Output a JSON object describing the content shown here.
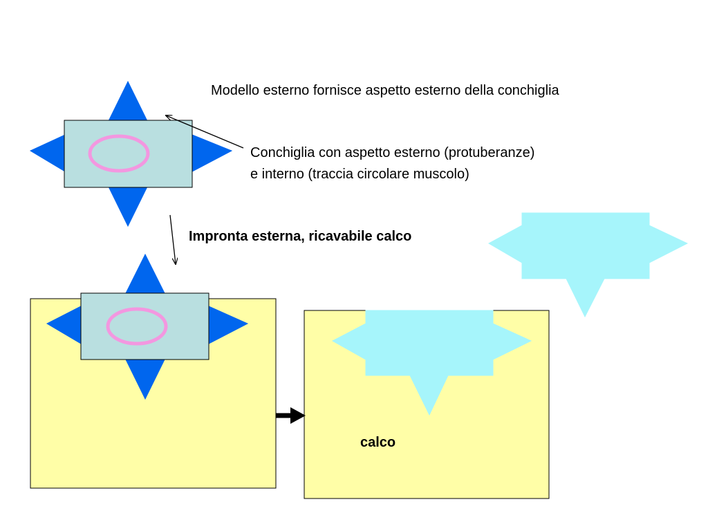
{
  "labels": {
    "external_model": "Modello esterno fornisce aspetto esterno della conchiglia",
    "shell_line1": "Conchiglia con aspetto esterno (protuberanze)",
    "shell_line2": "e interno (traccia circolare muscolo)",
    "external_imprint": "Impronta esterna, ricavabile calco",
    "cast": "calco"
  },
  "colors": {
    "protuberance": "#0066ee",
    "shell_body": "#b9dfe0",
    "muscle_scar": "#f397e0",
    "sediment": "#fffea7",
    "cast": "#a6f5fb",
    "outline": "#000000"
  }
}
